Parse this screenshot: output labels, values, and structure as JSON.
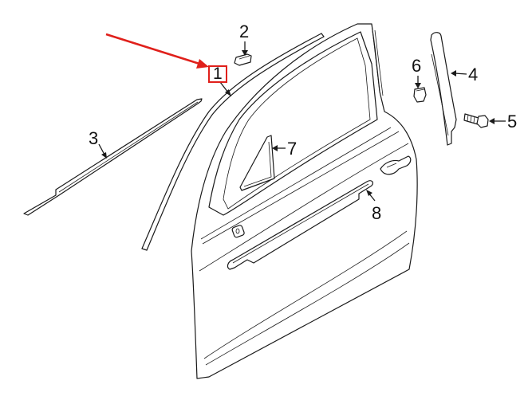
{
  "diagram": {
    "type": "exploded parts diagram",
    "subject": "front door moldings",
    "highlight_color": "#e0201b",
    "line_color": "#1a1a1a",
    "background": "#ffffff",
    "callouts": [
      {
        "id": "1",
        "label": "1",
        "highlighted": true,
        "part": "upper frame molding"
      },
      {
        "id": "2",
        "label": "2",
        "part": "molding end cap"
      },
      {
        "id": "3",
        "label": "3",
        "part": "belt molding / weatherstrip"
      },
      {
        "id": "4",
        "label": "4",
        "part": "pillar applique"
      },
      {
        "id": "5",
        "label": "5",
        "part": "bolt"
      },
      {
        "id": "6",
        "label": "6",
        "part": "clip"
      },
      {
        "id": "7",
        "label": "7",
        "part": "mirror corner applique"
      },
      {
        "id": "8",
        "label": "8",
        "part": "body side molding"
      }
    ]
  }
}
